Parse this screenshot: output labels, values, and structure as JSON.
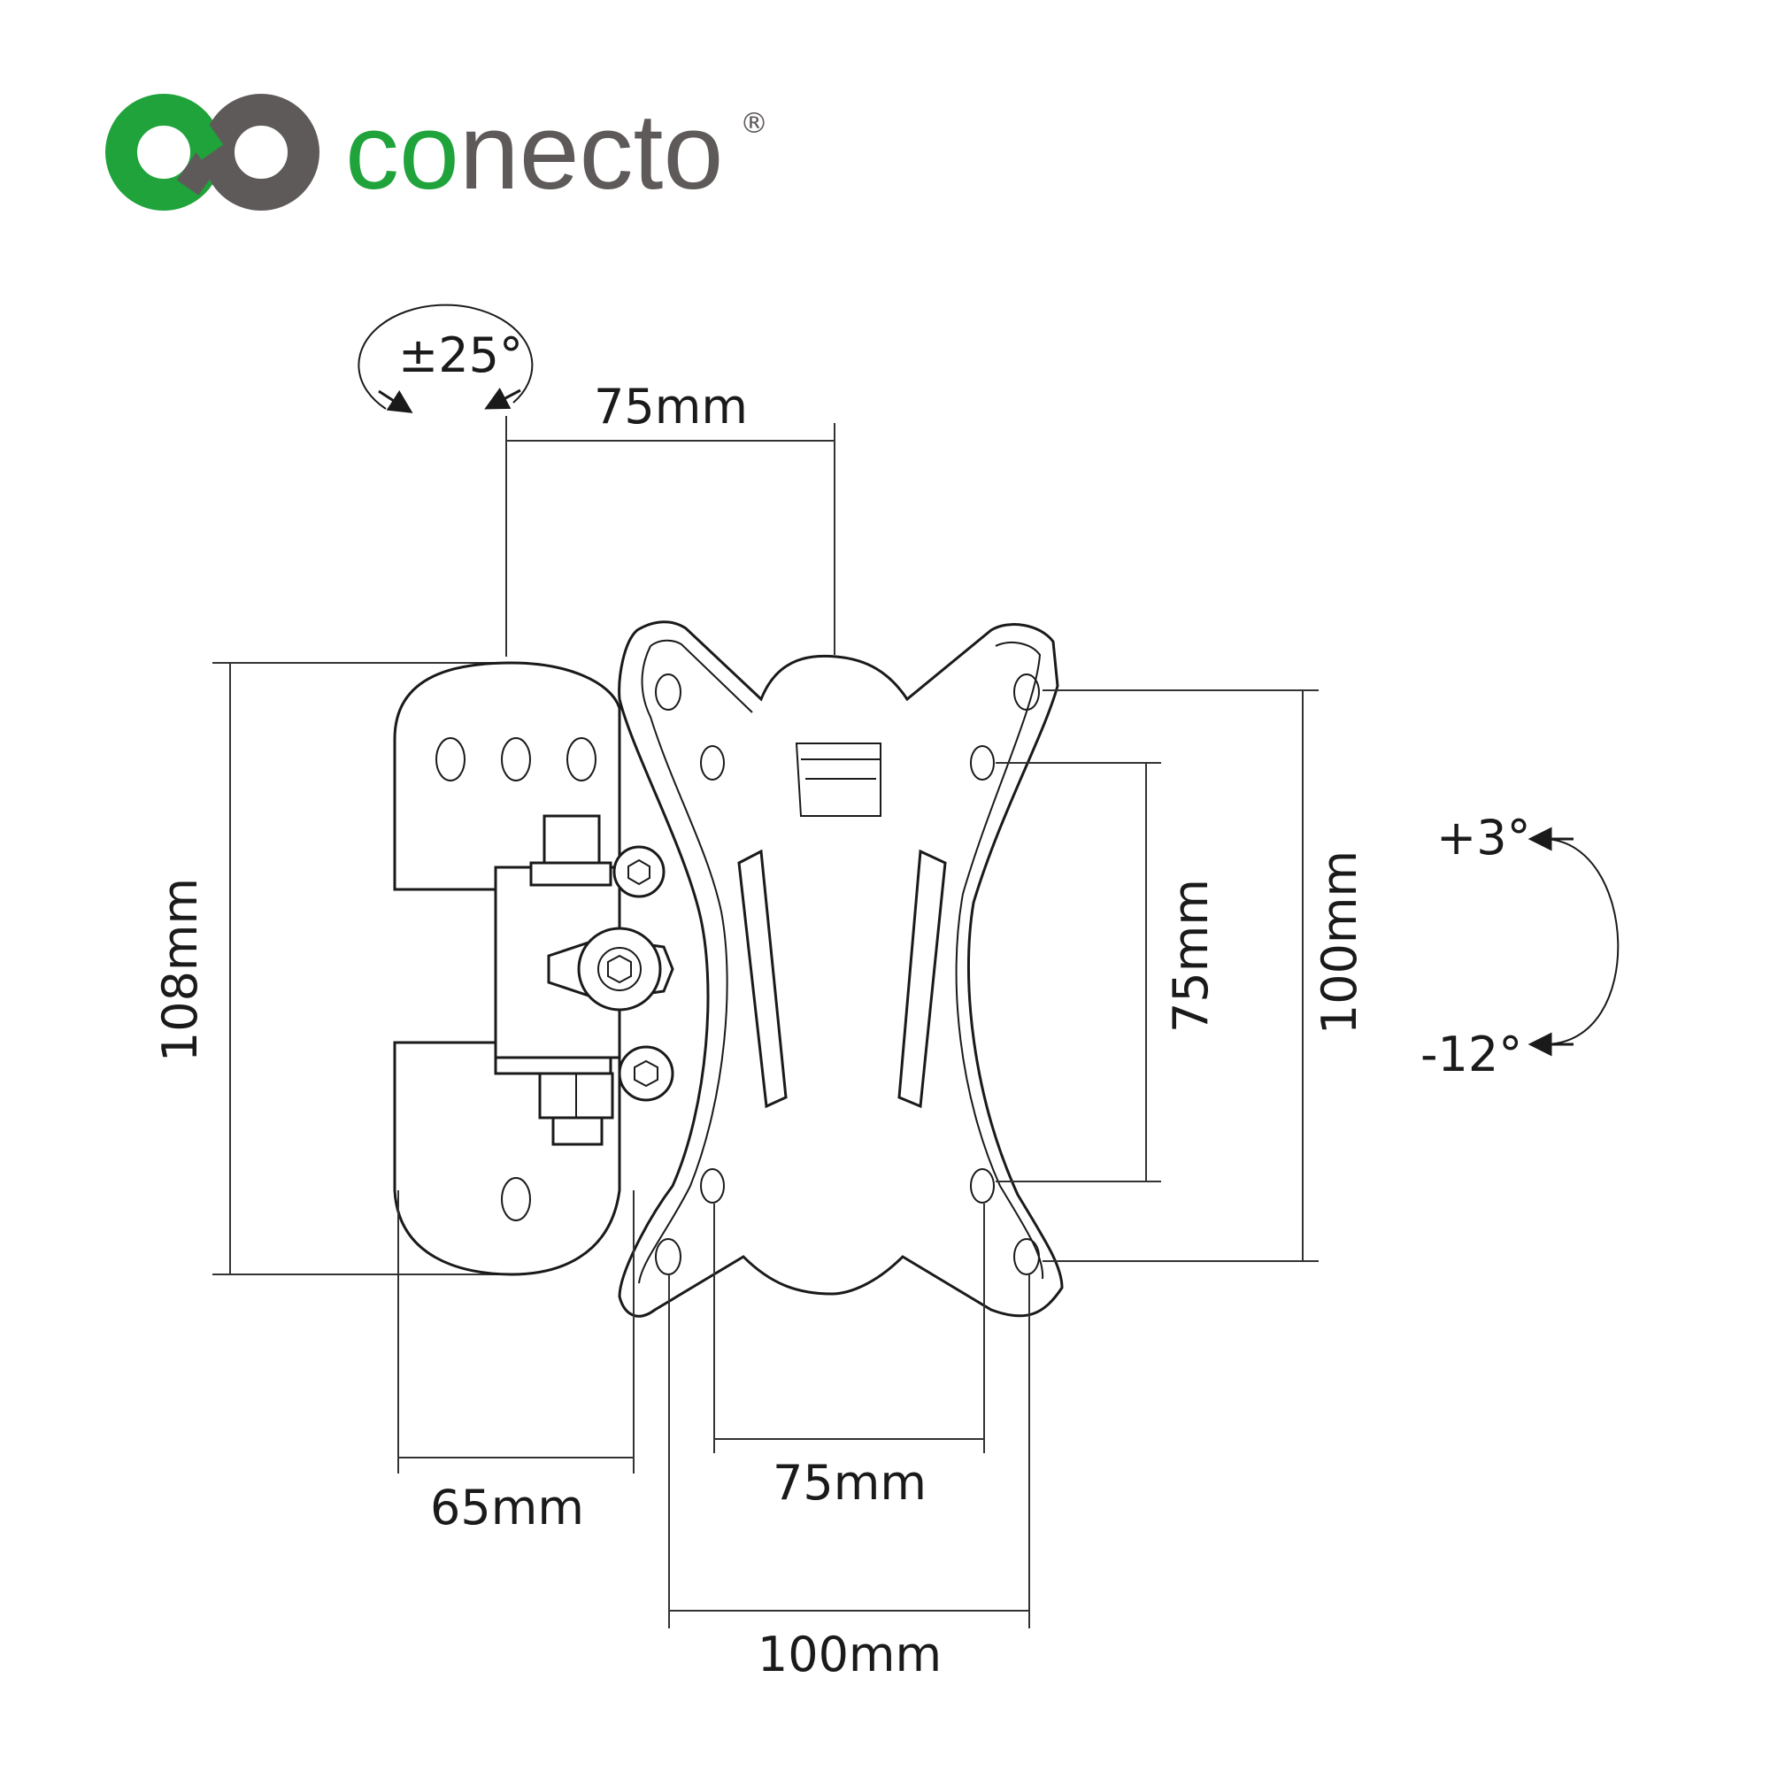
{
  "brand": {
    "name_part1": "co",
    "name_part2": "necto",
    "registered": "®",
    "logo_colors": {
      "green": "#1fa33a",
      "gray": "#5e5a59"
    },
    "logo_icon": "infinity-loop-icon"
  },
  "labels": {
    "swivel": "±25°",
    "top_width": "75mm",
    "height_108": "108mm",
    "vesa_inner_height": "75mm",
    "vesa_outer_height": "100mm",
    "tilt_up": "+3°",
    "tilt_down": "-12°",
    "depth": "65mm",
    "vesa_inner_width": "75mm",
    "vesa_outer_width": "100mm"
  }
}
